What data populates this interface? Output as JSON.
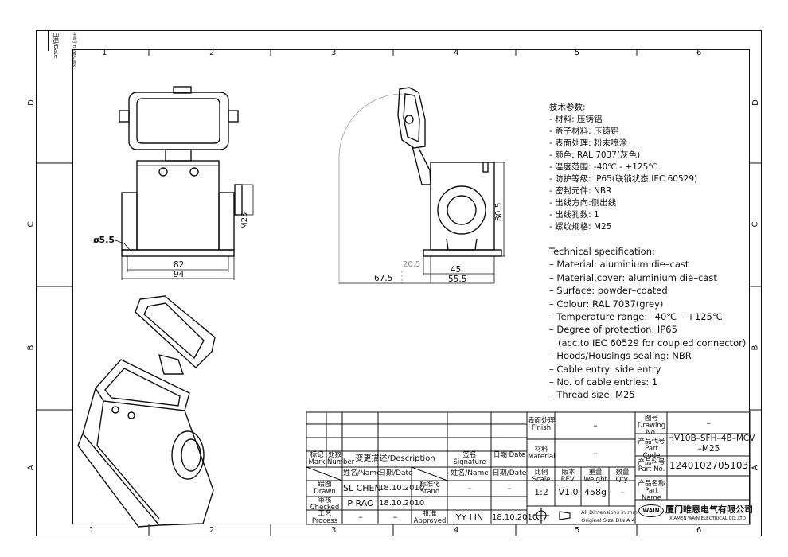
{
  "grid": {
    "top": [
      "1",
      "2",
      "3",
      "4",
      "5",
      "6"
    ],
    "bottom": [
      "1",
      "2",
      "3",
      "4",
      "5",
      "6"
    ],
    "left": [
      "D",
      "C",
      "B",
      "A"
    ],
    "right": [
      "D",
      "C",
      "B",
      "A"
    ]
  },
  "corner_stamp": {
    "date": "日期/Date",
    "filing": "存档号 Filing Clerk"
  },
  "front_dims": {
    "hole": "ø5.5",
    "thread": "M25",
    "w1": "82",
    "w2": "94"
  },
  "side_dims": {
    "h": "80.5",
    "d1": "45",
    "d2": "55.5",
    "d3": "67.5",
    "d4": "20.5"
  },
  "tech_cn": [
    "技术参数:",
    "- 材料: 压铸铝",
    "- 盖子材料: 压铸铝",
    "- 表面处理: 粉末喷涂",
    "- 颜色: RAL 7037(灰色)",
    "- 温度范围: -40℃ - +125℃",
    "- 防护等级: IP65(联锁状态,IEC 60529)",
    "- 密封元件: NBR",
    "- 出线方向:侧出线",
    "- 出线孔数: 1",
    "- 螺纹规格: M25"
  ],
  "tech_en": [
    "Technical specification:",
    "– Material: aluminium die–cast",
    "– Material,cover: aluminium die–cast",
    "– Surface: powder–coated",
    "– Colour: RAL 7037(grey)",
    "– Temperature range: –40℃ – +125℃",
    "– Degree of protection: IP65",
    "   (acc.to IEC 60529 for coupled connector)",
    "– Hoods/Housings sealing: NBR",
    "– Cable entry: side entry",
    "– No. of cable entries: 1",
    "– Thread size: M25"
  ],
  "title_block": {
    "mark": "标记 Mark",
    "number": "处数 Number",
    "desc": "变更描述/Description",
    "signature": "签名 Signature",
    "date": "日期 Date",
    "name_h": "姓名/Name",
    "date_h": "日期/Date",
    "name_h2": "姓名/Name",
    "date_h2": "日期/Date",
    "drawn": "绘图 Drawn",
    "drawn_name": "SL CHEN",
    "drawn_date": "18.10.2010",
    "stand": "标准化 Stand",
    "stand_name": "–",
    "stand_date": "–",
    "checked": "审核 Checked",
    "checked_name": "P RAO",
    "checked_date": "18.10.2010",
    "process": "工艺 Process",
    "process_name": "–",
    "process_date": "–",
    "approved": "批准 Approved",
    "approved_name": "YY LIN",
    "approved_date": "18.10.2010",
    "finish": "表面处理 Finish",
    "finish_val": "–",
    "material": "材料 Material",
    "material_val": "–",
    "scale": "比例 Scale",
    "rev": "版本 REV.",
    "weight": "重量 Weight",
    "qty": "数量 Qty.",
    "scale_val": "1:2",
    "rev_val": "V1.0",
    "weight_val": "458g",
    "qty_val": "–",
    "dims_note1": "All Dimensions in mm",
    "dims_note2": "Original Size DIN A 4",
    "drawing_no": "图号 Drawing No.",
    "drawing_no_val": "–",
    "part_code": "产品代号 Part Code",
    "part_code_val1": "HV10B–SFH–4B–MCV",
    "part_code_val2": "–M25",
    "part_no": "产品料号 Part No.",
    "part_no_val": "1240102705103",
    "part_name": "产品名称 Part Name",
    "logo": "WAIN",
    "company_cn": "厦门唯恩电气有限公司",
    "company_en": "XIAMEN WAIN ELECTRICAL CO.,LTD"
  }
}
